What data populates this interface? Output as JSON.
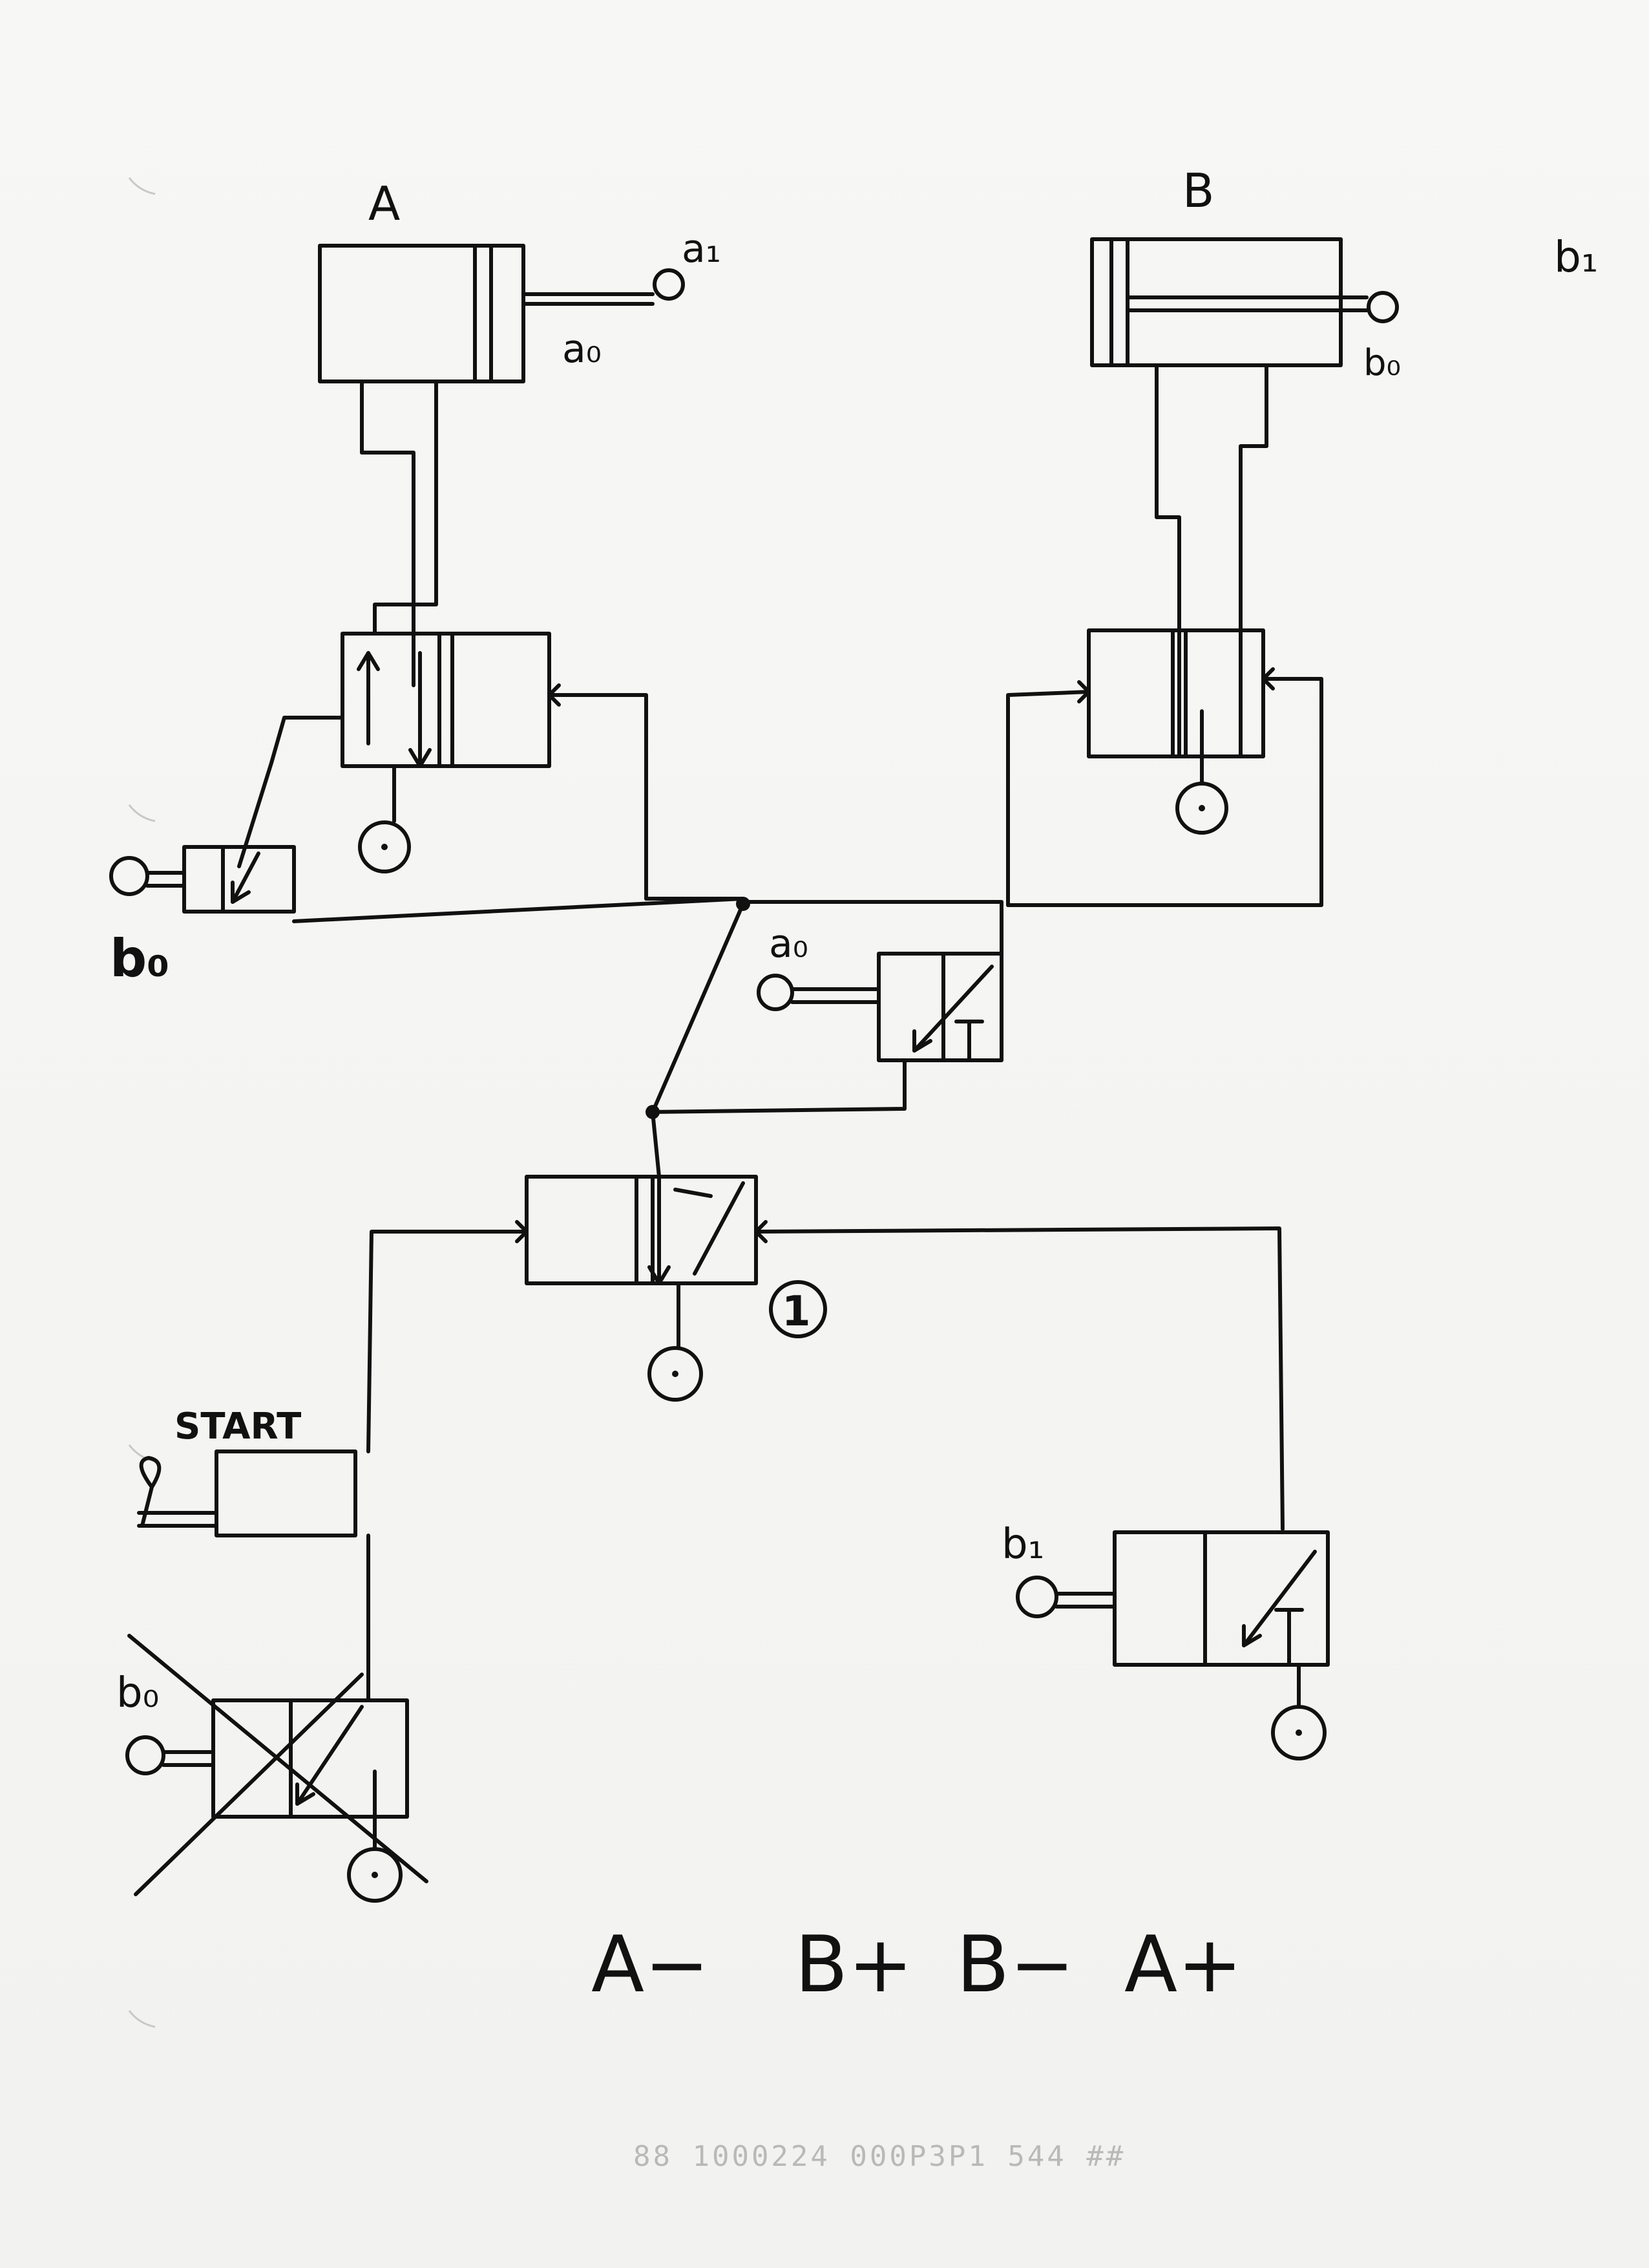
{
  "diagram": {
    "cylinder_a_label": "A",
    "cylinder_b_label": "B",
    "label_a1": "a₁",
    "label_a0": "a₀",
    "label_b0_top": "b₀",
    "label_b1_top": "b₁",
    "label_b0_left": "b₀",
    "label_a0_mid": "a₀",
    "label_circle_1": "1",
    "label_start": "START",
    "label_b1_bottom": "b₁",
    "label_b0_bottom": "b₀",
    "sequence": [
      "A−",
      "B+",
      "B−",
      "A+"
    ]
  },
  "footer": {
    "page_number": "88 1000224 000P3P1 544 ##"
  }
}
